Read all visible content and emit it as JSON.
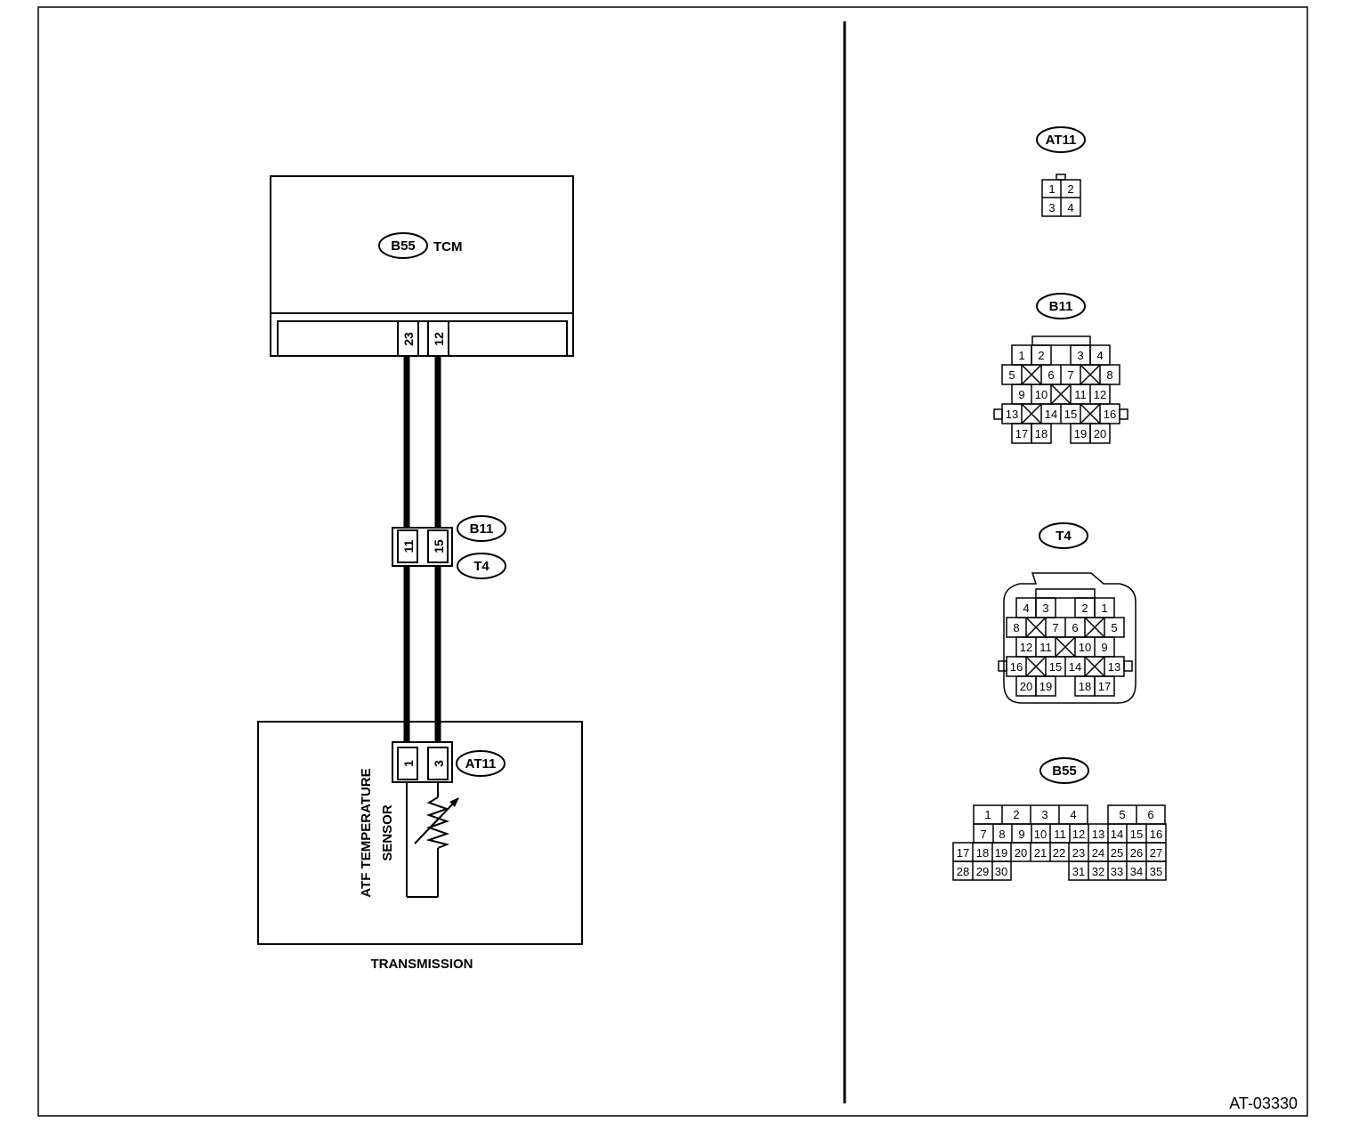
{
  "tcm": {
    "connector": "B55",
    "name": "TCM",
    "pins": [
      "23",
      "12"
    ]
  },
  "junction": {
    "connector_a": "B11",
    "connector_b": "T4",
    "pins": [
      "11",
      "15"
    ]
  },
  "transmission": {
    "label": "TRANSMISSION",
    "sensor_line1": "ATF TEMPERATURE",
    "sensor_line2": "SENSOR",
    "connector": "AT11",
    "pins": [
      "1",
      "3"
    ]
  },
  "connector_views": {
    "at11": {
      "name": "AT11",
      "pins": [
        "1",
        "2",
        "3",
        "4"
      ]
    },
    "b11": {
      "name": "B11",
      "pins": [
        "1",
        "2",
        "3",
        "4",
        "5",
        "6",
        "7",
        "8",
        "9",
        "10",
        "11",
        "12",
        "13",
        "14",
        "15",
        "16",
        "17",
        "18",
        "19",
        "20"
      ]
    },
    "t4": {
      "name": "T4",
      "pins": [
        "4",
        "3",
        "2",
        "1",
        "8",
        "7",
        "6",
        "5",
        "12",
        "11",
        "10",
        "9",
        "16",
        "15",
        "14",
        "13",
        "20",
        "19",
        "18",
        "17"
      ]
    },
    "b55": {
      "name": "B55",
      "pins": [
        "1",
        "2",
        "3",
        "4",
        "5",
        "6",
        "7",
        "8",
        "9",
        "10",
        "11",
        "12",
        "13",
        "14",
        "15",
        "16",
        "17",
        "18",
        "19",
        "20",
        "21",
        "22",
        "23",
        "24",
        "25",
        "26",
        "27",
        "28",
        "29",
        "30",
        "31",
        "32",
        "33",
        "34",
        "35"
      ]
    }
  },
  "figure_code": "AT-03330"
}
